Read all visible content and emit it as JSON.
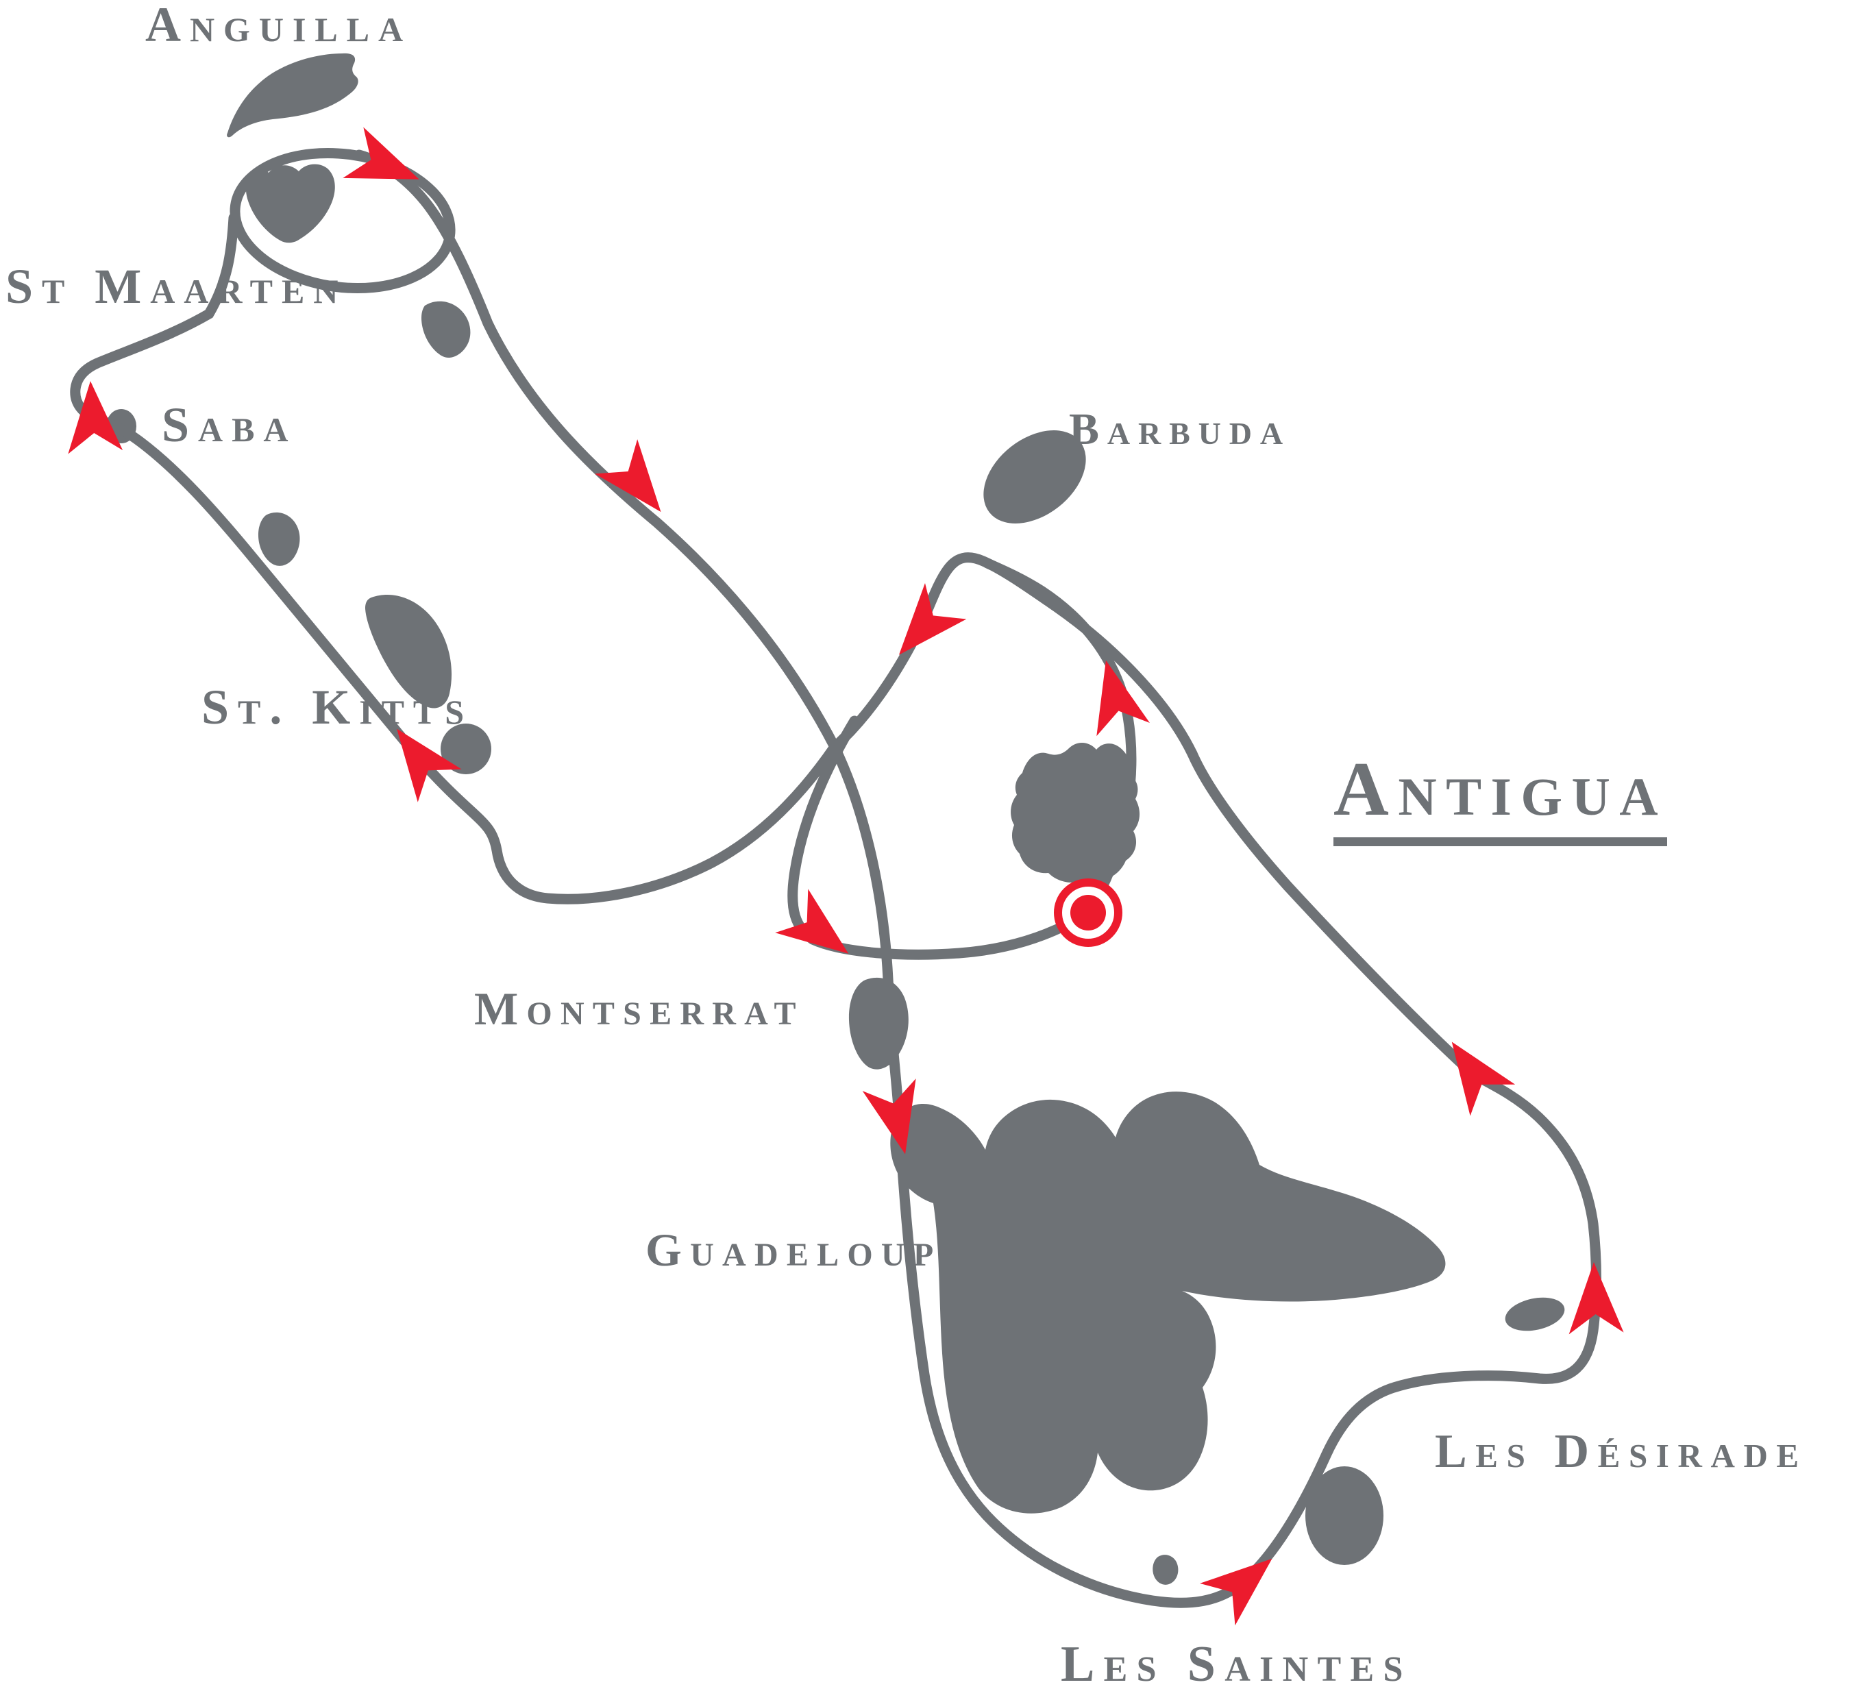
{
  "title": "Caribbean Leeward Islands cruise route map",
  "colors": {
    "land_and_text": "#6e7276",
    "route_line": "#6e7276",
    "arrow_red": "#ec1b2d",
    "background": "#ffffff"
  },
  "labels": {
    "anguilla": "Anguilla",
    "st_maarten": "St Maarten",
    "saba": "Saba",
    "st_kitts": "St. Kitts",
    "barbuda": "Barbuda",
    "antigua": "Antigua",
    "montserrat": "Montserrat",
    "guadeloupe": "Guadeloupe",
    "les_saintes": "Les Saintes",
    "les_desirade": "Les Désirade"
  },
  "route": {
    "start_marker_island": "Antigua",
    "start_marker_style": "red ring with solid red center",
    "direction_arrow_count": 11,
    "highlighted_label": "Antigua"
  }
}
